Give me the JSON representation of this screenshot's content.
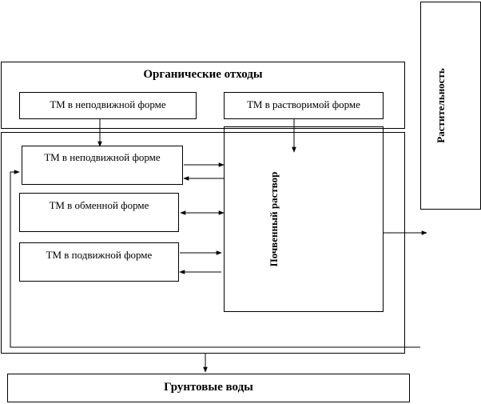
{
  "diagram": {
    "organic_waste": {
      "title": "Органические отходы",
      "tm_immobile": "ТМ в неподвижной форме",
      "tm_soluble": "ТМ в растворимой форме"
    },
    "soil": {
      "tm_immobile": "ТМ в неподвижной форме",
      "tm_exchange": "ТМ в обменной форме",
      "tm_mobile": "ТМ в подвижной форме",
      "soil_solution": "Почвенный раствор"
    },
    "vegetation": "Растительность",
    "groundwater": "Грунтовые воды"
  }
}
